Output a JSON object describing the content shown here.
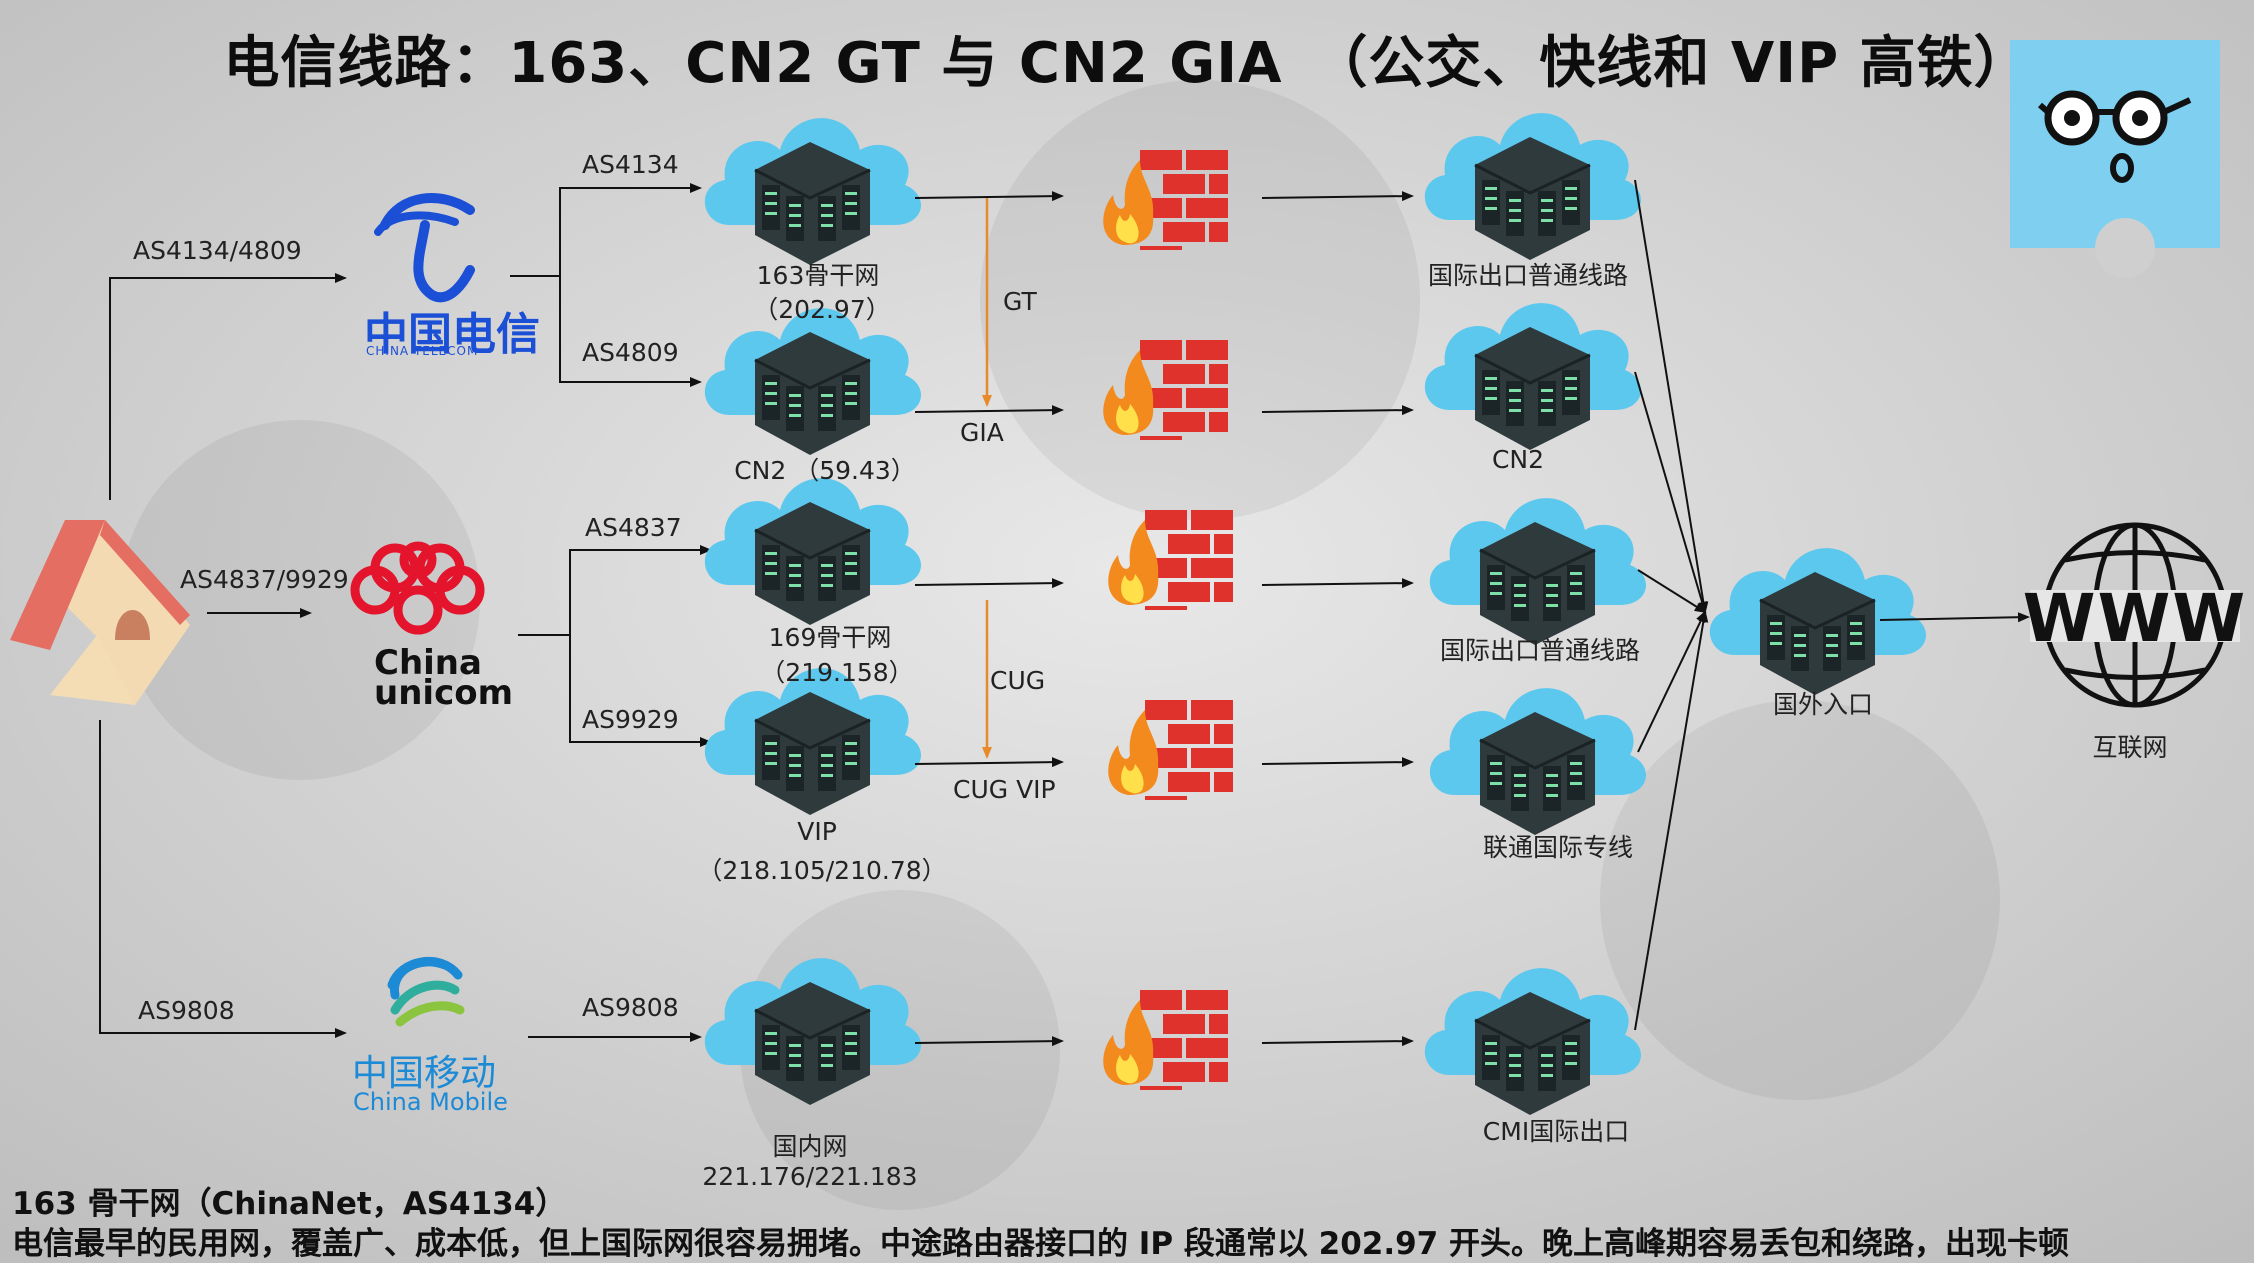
{
  "title": "电信线路：163、CN2 GT 与 CN2 GIA　（公交、快线和 VIP 高铁）",
  "edges": {
    "home_telecom": "AS4134/4809",
    "home_unicom": "AS4837/9929",
    "home_mobile": "AS9808",
    "telecom_163": "AS4134",
    "telecom_cn2": "AS4809",
    "unicom_169": "AS4837",
    "unicom_vip": "AS9929",
    "mobile_domestic": "AS9808",
    "gt": "GT",
    "gia": "GIA",
    "cug": "CUG",
    "cug_vip": "CUG VIP"
  },
  "carriers": {
    "telecom_cn": "中国电信",
    "telecom_en": "CHINA TELECOM",
    "unicom_en_1": "China",
    "unicom_en_2": "unicom",
    "mobile_cn": "中国移动",
    "mobile_en": "China Mobile"
  },
  "backbones": {
    "b163_name": "163骨干网",
    "b163_ip": "（202.97）",
    "cn2_name": "CN2 （59.43）",
    "b169_name": "169骨干网",
    "b169_ip": "（219.158）",
    "vip_name": "VIP",
    "vip_ip": "（218.105/210.78）",
    "domestic_name": "国内网",
    "domestic_ip": "221.176/221.183"
  },
  "exits": {
    "e1": "国际出口普通线路",
    "e2": "CN2",
    "e3": "国际出口普通线路",
    "e4": "联通国际专线",
    "e5": "CMI国际出口"
  },
  "foreign_entry": "国外入口",
  "internet_label": "互联网",
  "www": "WWW",
  "footer": {
    "line1": "163 骨干网（ChinaNet，AS4134）",
    "line2": "电信最早的民用网，覆盖广、成本低，但上国际网很容易拥堵。中途路由器接口的 IP 段通常以 202.97 开头。晚上高峰期容易丢包和绕路，出现卡顿"
  },
  "colors": {
    "telecom_blue": "#1a4fd6",
    "unicom_red": "#e3142c",
    "mobile_blue": "#1d8ad6",
    "cloud_blue": "#5cc8ee",
    "firewall_red": "#e0322c",
    "orange_arrow": "#e88a2a",
    "mascot_blue": "#7fd0f0"
  }
}
